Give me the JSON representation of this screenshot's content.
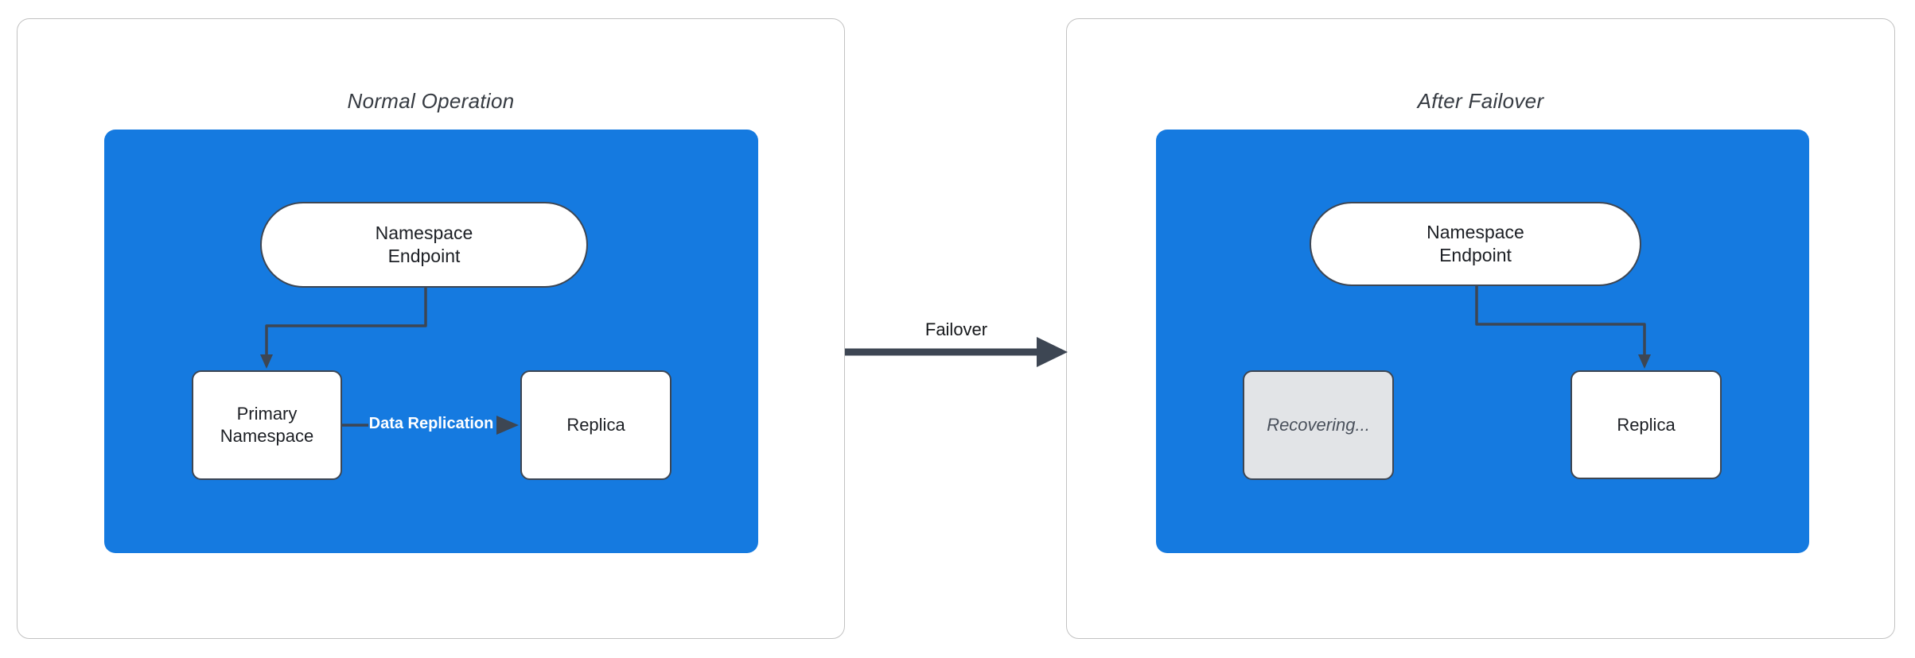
{
  "colors": {
    "blue": "#157AE0",
    "slate": "#3D4653",
    "recovering-bg": "#E2E4E7",
    "recovering-text": "#4A515C",
    "panel-border": "#C2C2C2",
    "title-text": "#363B42",
    "node-text": "#1C1F24"
  },
  "left_panel": {
    "title": "Normal Operation",
    "endpoint": "Namespace Endpoint",
    "primary": "Primary Namespace",
    "replica": "Replica",
    "replication_label": "Data Replication"
  },
  "failover_label": "Failover",
  "right_panel": {
    "title": "After Failover",
    "endpoint": "Namespace Endpoint",
    "recovering": "Recovering...",
    "replica": "Replica"
  }
}
